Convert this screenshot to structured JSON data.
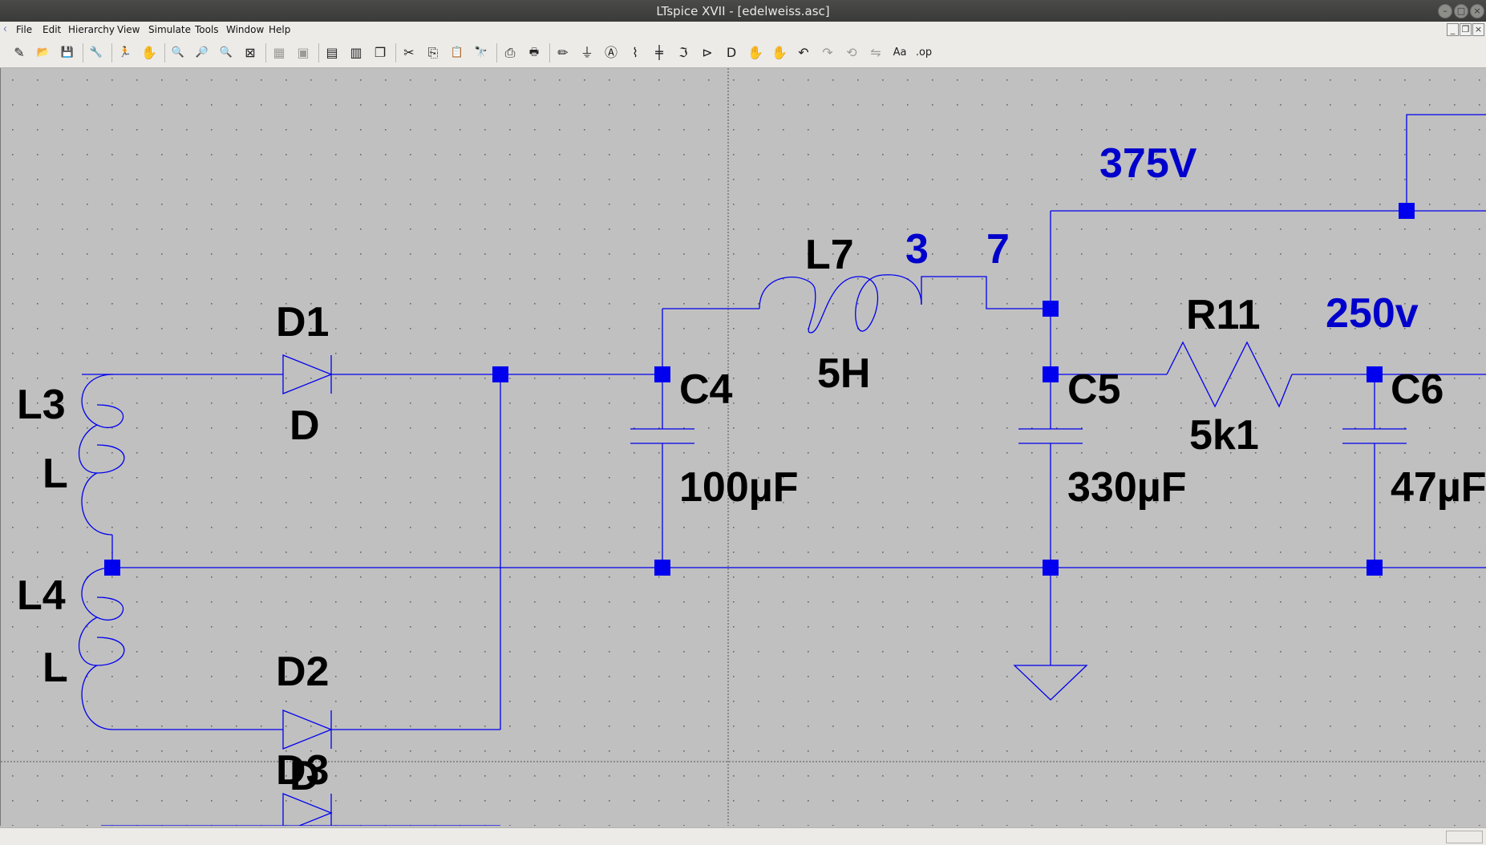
{
  "window": {
    "title": "LTspice XVII - [edelweiss.asc]"
  },
  "menu": {
    "items": [
      {
        "label": "File",
        "name": "menu-file"
      },
      {
        "label": "Edit",
        "name": "menu-edit"
      },
      {
        "label": "Hierarchy",
        "name": "menu-hierarchy"
      },
      {
        "label": "View",
        "name": "menu-view"
      },
      {
        "label": "Simulate",
        "name": "menu-simulate"
      },
      {
        "label": "Tools",
        "name": "menu-tools"
      },
      {
        "label": "Window",
        "name": "menu-window"
      },
      {
        "label": "Help",
        "name": "menu-help"
      }
    ]
  },
  "toolbar": {
    "buttons": [
      {
        "name": "new-schematic-icon",
        "glyph": "✎",
        "enabled": true
      },
      {
        "name": "open-icon",
        "glyph": "📂",
        "enabled": true
      },
      {
        "name": "save-icon",
        "glyph": "💾",
        "enabled": true
      },
      {
        "name": "control-panel-icon",
        "glyph": "🔧",
        "enabled": true
      },
      {
        "name": "run-icon",
        "glyph": "🏃",
        "enabled": true
      },
      {
        "name": "halt-icon",
        "glyph": "✋",
        "enabled": false
      },
      {
        "name": "zoom-in-icon",
        "glyph": "🔍",
        "enabled": true
      },
      {
        "name": "zoom-pan-icon",
        "glyph": "🔎",
        "enabled": true
      },
      {
        "name": "zoom-out-icon",
        "glyph": "🔍",
        "enabled": true
      },
      {
        "name": "zoom-fit-icon",
        "glyph": "⊠",
        "enabled": true
      },
      {
        "name": "autorange-icon",
        "glyph": "▦",
        "enabled": false
      },
      {
        "name": "grid-icon",
        "glyph": "▣",
        "enabled": false
      },
      {
        "name": "tile-horizontal-icon",
        "glyph": "▤",
        "enabled": true
      },
      {
        "name": "tile-vertical-icon",
        "glyph": "▥",
        "enabled": true
      },
      {
        "name": "cascade-icon",
        "glyph": "❐",
        "enabled": true
      },
      {
        "name": "cut-icon",
        "glyph": "✂",
        "enabled": true
      },
      {
        "name": "copy-icon",
        "glyph": "⎘",
        "enabled": true
      },
      {
        "name": "paste-icon",
        "glyph": "📋",
        "enabled": true
      },
      {
        "name": "find-icon",
        "glyph": "🔭",
        "enabled": true
      },
      {
        "name": "print-preview-icon",
        "glyph": "⎙",
        "enabled": true
      },
      {
        "name": "print-icon",
        "glyph": "🖶",
        "enabled": true
      },
      {
        "name": "draw-wire-icon",
        "glyph": "✏",
        "enabled": true
      },
      {
        "name": "ground-icon",
        "glyph": "⏚",
        "enabled": true
      },
      {
        "name": "label-net-icon",
        "glyph": "Ⓐ",
        "enabled": true
      },
      {
        "name": "resistor-icon",
        "glyph": "⌇",
        "enabled": true
      },
      {
        "name": "capacitor-icon",
        "glyph": "╪",
        "enabled": true
      },
      {
        "name": "inductor-icon",
        "glyph": "ℑ",
        "enabled": true
      },
      {
        "name": "diode-icon",
        "glyph": "⊳",
        "enabled": true
      },
      {
        "name": "component-icon",
        "glyph": "D",
        "enabled": true
      },
      {
        "name": "move-icon",
        "glyph": "✋",
        "enabled": true
      },
      {
        "name": "drag-icon",
        "glyph": "✋",
        "enabled": true
      },
      {
        "name": "undo-icon",
        "glyph": "↶",
        "enabled": true
      },
      {
        "name": "redo-icon",
        "glyph": "↷",
        "enabled": false
      },
      {
        "name": "rotate-icon",
        "glyph": "⟲",
        "enabled": false
      },
      {
        "name": "mirror-icon",
        "glyph": "⇋",
        "enabled": false
      },
      {
        "name": "text-icon",
        "glyph": "Aa",
        "enabled": true
      },
      {
        "name": "spice-directive-icon",
        "glyph": ".op",
        "enabled": true
      }
    ]
  },
  "schematic": {
    "wire_color": "#0000ee",
    "text_color": "#000000",
    "netlabel_color": "#0000cc",
    "components": [
      {
        "name": "L3",
        "value": "L"
      },
      {
        "name": "L4",
        "value": "L"
      },
      {
        "name": "D1",
        "value": "D"
      },
      {
        "name": "D2",
        "value": "D"
      },
      {
        "name": "D3",
        "value": "D"
      },
      {
        "name": "C4",
        "value": "100µF"
      },
      {
        "name": "L7",
        "value": "5H",
        "pins": [
          "3",
          "7"
        ]
      },
      {
        "name": "C5",
        "value": "330µF"
      },
      {
        "name": "R11",
        "value": "5k1"
      },
      {
        "name": "C6",
        "value": "47µF"
      }
    ],
    "net_labels": [
      "375V",
      "250v"
    ]
  }
}
